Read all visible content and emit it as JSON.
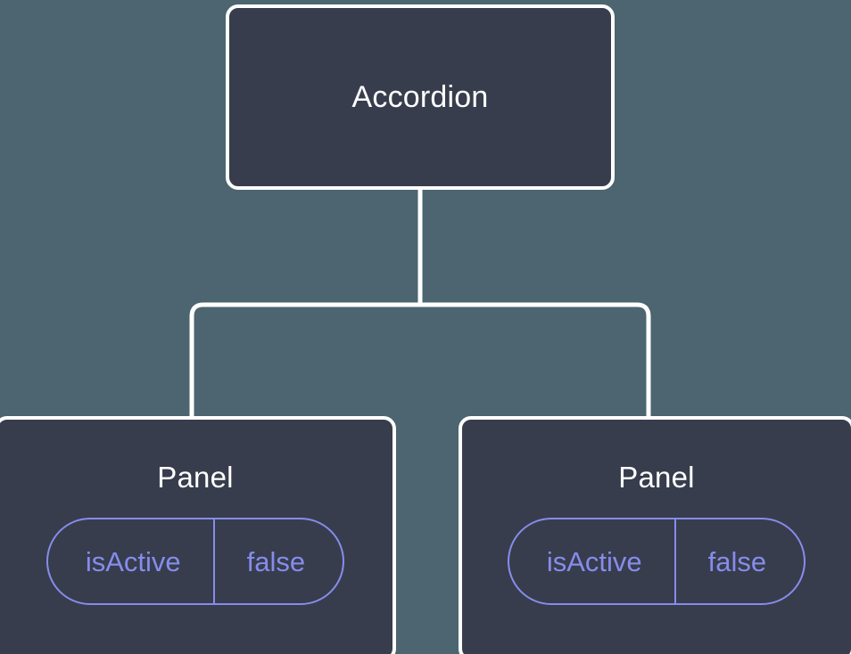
{
  "diagram": {
    "type": "component-tree",
    "background_color": "#4c6570",
    "node_fill_color": "#373d4c",
    "node_border_color": "#ffffff",
    "edge_color": "#ffffff",
    "accent_color": "#868cec",
    "root": {
      "id": "accordion",
      "label": "Accordion"
    },
    "children": [
      {
        "id": "panel-1",
        "label": "Panel",
        "state": {
          "key": "isActive",
          "value": "false"
        }
      },
      {
        "id": "panel-2",
        "label": "Panel",
        "state": {
          "key": "isActive",
          "value": "false"
        }
      }
    ],
    "edges": [
      {
        "from": "accordion",
        "to": "panel-1"
      },
      {
        "from": "accordion",
        "to": "panel-2"
      }
    ]
  }
}
